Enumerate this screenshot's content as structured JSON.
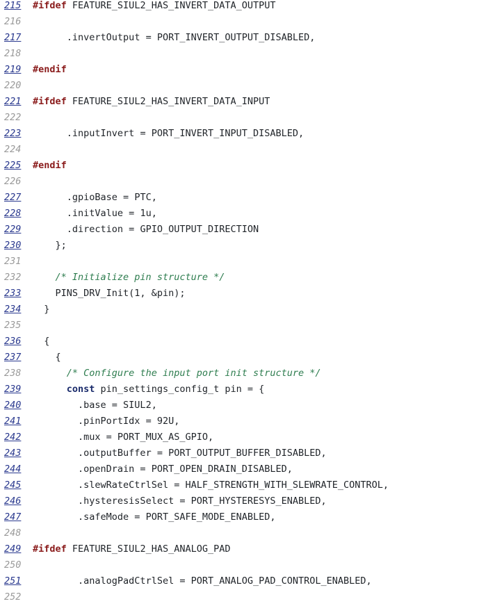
{
  "source_listing": {
    "lines": [
      {
        "num": "215",
        "linked": true,
        "indent": "",
        "parts": [
          {
            "t": "#ifdef",
            "c": "kw-pre"
          },
          {
            "t": " FEATURE_SIUL2_HAS_INVERT_DATA_OUTPUT",
            "c": "plain"
          }
        ]
      },
      {
        "num": "216",
        "linked": false,
        "indent": "",
        "parts": []
      },
      {
        "num": "217",
        "linked": true,
        "indent": "      ",
        "parts": [
          {
            "t": ".invertOutput = PORT_INVERT_OUTPUT_DISABLED,",
            "c": "plain"
          }
        ]
      },
      {
        "num": "218",
        "linked": false,
        "indent": "",
        "parts": []
      },
      {
        "num": "219",
        "linked": true,
        "indent": "",
        "parts": [
          {
            "t": "#endif",
            "c": "kw-pre"
          }
        ]
      },
      {
        "num": "220",
        "linked": false,
        "indent": "",
        "parts": []
      },
      {
        "num": "221",
        "linked": true,
        "indent": "",
        "parts": [
          {
            "t": "#ifdef",
            "c": "kw-pre"
          },
          {
            "t": " FEATURE_SIUL2_HAS_INVERT_DATA_INPUT",
            "c": "plain"
          }
        ]
      },
      {
        "num": "222",
        "linked": false,
        "indent": "",
        "parts": []
      },
      {
        "num": "223",
        "linked": true,
        "indent": "      ",
        "parts": [
          {
            "t": ".inputInvert = PORT_INVERT_INPUT_DISABLED,",
            "c": "plain"
          }
        ]
      },
      {
        "num": "224",
        "linked": false,
        "indent": "",
        "parts": []
      },
      {
        "num": "225",
        "linked": true,
        "indent": "",
        "parts": [
          {
            "t": "#endif",
            "c": "kw-pre"
          }
        ]
      },
      {
        "num": "226",
        "linked": false,
        "indent": "",
        "parts": []
      },
      {
        "num": "227",
        "linked": true,
        "indent": "      ",
        "parts": [
          {
            "t": ".gpioBase = PTC,",
            "c": "plain"
          }
        ]
      },
      {
        "num": "228",
        "linked": true,
        "indent": "      ",
        "parts": [
          {
            "t": ".initValue = 1u,",
            "c": "plain"
          }
        ]
      },
      {
        "num": "229",
        "linked": true,
        "indent": "      ",
        "parts": [
          {
            "t": ".direction = GPIO_OUTPUT_DIRECTION",
            "c": "plain"
          }
        ]
      },
      {
        "num": "230",
        "linked": true,
        "indent": "    ",
        "parts": [
          {
            "t": "};",
            "c": "plain"
          }
        ]
      },
      {
        "num": "231",
        "linked": false,
        "indent": "",
        "parts": []
      },
      {
        "num": "232",
        "linked": false,
        "indent": "    ",
        "parts": [
          {
            "t": "/* Initialize pin structure */",
            "c": "comment"
          }
        ]
      },
      {
        "num": "233",
        "linked": true,
        "indent": "    ",
        "parts": [
          {
            "t": "PINS_DRV_Init(1, &pin);",
            "c": "plain"
          }
        ]
      },
      {
        "num": "234",
        "linked": true,
        "indent": "  ",
        "parts": [
          {
            "t": "}",
            "c": "plain"
          }
        ]
      },
      {
        "num": "235",
        "linked": false,
        "indent": "",
        "parts": []
      },
      {
        "num": "236",
        "linked": true,
        "indent": "  ",
        "parts": [
          {
            "t": "{",
            "c": "plain"
          }
        ]
      },
      {
        "num": "237",
        "linked": true,
        "indent": "    ",
        "parts": [
          {
            "t": "{",
            "c": "plain"
          }
        ]
      },
      {
        "num": "238",
        "linked": false,
        "indent": "      ",
        "parts": [
          {
            "t": "/* Configure the input port init structure */",
            "c": "comment"
          }
        ]
      },
      {
        "num": "239",
        "linked": true,
        "indent": "      ",
        "parts": [
          {
            "t": "const",
            "c": "kw-type"
          },
          {
            "t": " pin_settings_config_t pin = {",
            "c": "plain"
          }
        ]
      },
      {
        "num": "240",
        "linked": true,
        "indent": "        ",
        "parts": [
          {
            "t": ".base = SIUL2,",
            "c": "plain"
          }
        ]
      },
      {
        "num": "241",
        "linked": true,
        "indent": "        ",
        "parts": [
          {
            "t": ".pinPortIdx = 92U,",
            "c": "plain"
          }
        ]
      },
      {
        "num": "242",
        "linked": true,
        "indent": "        ",
        "parts": [
          {
            "t": ".mux = PORT_MUX_AS_GPIO,",
            "c": "plain"
          }
        ]
      },
      {
        "num": "243",
        "linked": true,
        "indent": "        ",
        "parts": [
          {
            "t": ".outputBuffer = PORT_OUTPUT_BUFFER_DISABLED,",
            "c": "plain"
          }
        ]
      },
      {
        "num": "244",
        "linked": true,
        "indent": "        ",
        "parts": [
          {
            "t": ".openDrain = PORT_OPEN_DRAIN_DISABLED,",
            "c": "plain"
          }
        ]
      },
      {
        "num": "245",
        "linked": true,
        "indent": "        ",
        "parts": [
          {
            "t": ".slewRateCtrlSel = HALF_STRENGTH_WITH_SLEWRATE_CONTROL,",
            "c": "plain"
          }
        ]
      },
      {
        "num": "246",
        "linked": true,
        "indent": "        ",
        "parts": [
          {
            "t": ".hysteresisSelect = PORT_HYSTERESYS_ENABLED,",
            "c": "plain"
          }
        ]
      },
      {
        "num": "247",
        "linked": true,
        "indent": "        ",
        "parts": [
          {
            "t": ".safeMode = PORT_SAFE_MODE_ENABLED,",
            "c": "plain"
          }
        ]
      },
      {
        "num": "248",
        "linked": false,
        "indent": "",
        "parts": []
      },
      {
        "num": "249",
        "linked": true,
        "indent": "",
        "parts": [
          {
            "t": "#ifdef",
            "c": "kw-pre"
          },
          {
            "t": " FEATURE_SIUL2_HAS_ANALOG_PAD",
            "c": "plain"
          }
        ]
      },
      {
        "num": "250",
        "linked": false,
        "indent": "",
        "parts": []
      },
      {
        "num": "251",
        "linked": true,
        "indent": "        ",
        "parts": [
          {
            "t": ".analogPadCtrlSel = PORT_ANALOG_PAD_CONTROL_ENABLED,",
            "c": "plain"
          }
        ]
      },
      {
        "num": "252",
        "linked": false,
        "indent": "",
        "parts": []
      }
    ]
  }
}
